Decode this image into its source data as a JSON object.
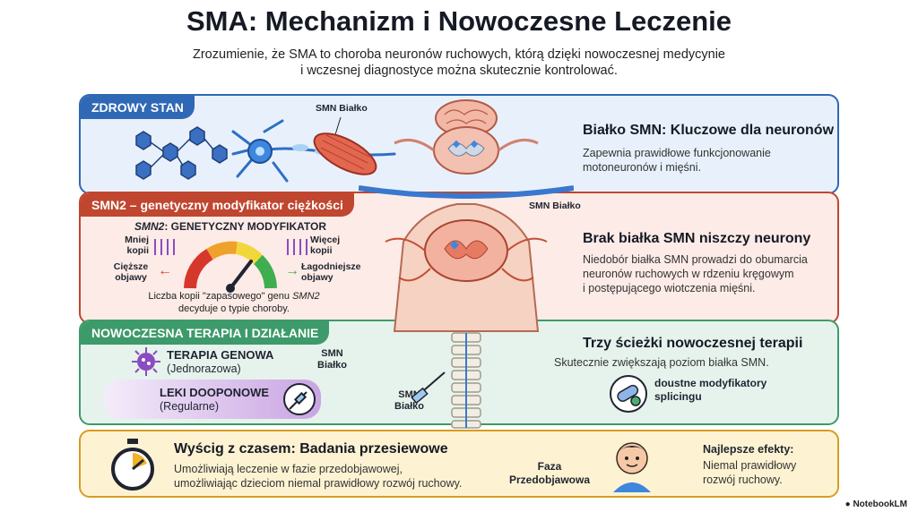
{
  "header": {
    "title": "SMA: Mechanizm i Nowoczesne Leczenie",
    "subtitle_line1": "Zrozumienie, że SMA to choroba neuronów ruchowych, którą dzięki nowoczesnej medycynie",
    "subtitle_line2": "i wczesnej diagnostyce można skutecznie kontrolować."
  },
  "section_healthy": {
    "tab": "ZDROWY STAN",
    "smn_label": "SMN Białko",
    "heading": "Białko SMN: Kluczowe dla neuronów",
    "desc_line1": "Zapewnia prawidłowe funkcjonowanie",
    "desc_line2": "motoneuronów i mięśni."
  },
  "section_modifier": {
    "tab": "SMN2 – genetyczny modyfikator ciężkości",
    "box_title_italic": "SMN2",
    "box_title_rest": ": GENETYCZNY MODYFIKATOR",
    "fewer_copies": "Mniej kopii",
    "more_copies": "Więcej kopii",
    "severe": "Cięższe objawy",
    "milder": "Łagodniejsze objawy",
    "caption_line1_a": "Liczba kopii \"zapasowego\" genu ",
    "caption_line1_b": "SMN2",
    "caption_line2": "decyduje o typie choroby.",
    "smn_label": "SMN Białko",
    "heading": "Brak białka SMN niszczy neurony",
    "desc_line1": "Niedobór białka SMN prowadzi do obumarcia",
    "desc_line2": "neuronów ruchowych w rdzeniu kręgowym",
    "desc_line3": "i postępującego wiotczenia mięśni."
  },
  "section_therapy": {
    "tab": "NOWOCZESNA TERAPIA I DZIAŁANIE",
    "gene_title": "TERAPIA GENOWA",
    "gene_sub": "(Jednorazowa)",
    "aso_title": "LEKI DOOPONOWE",
    "aso_sub": "(Regularne)",
    "smn_label_top_1": "SMN",
    "smn_label_top_2": "Białko",
    "smn_label_bottom_1": "SMN",
    "smn_label_bottom_2": "Białko",
    "heading": "Trzy ścieżki nowoczesnej terapii",
    "desc": "Skutecznie zwiększają poziom białka SMN.",
    "oral_line1": "doustne modyfikatory",
    "oral_line2": "splicingu"
  },
  "section_screening": {
    "heading": "Wyścig z czasem: Badania przesiewowe",
    "desc_line1": "Umożliwiają leczenie w fazie przedobjawowej,",
    "desc_line2": "umożliwiając dzieciom niemal prawidłowy rozwój ruchowy.",
    "phase_line1": "Faza",
    "phase_line2": "Przedobjawowa",
    "best_title": "Najlepsze efekty:",
    "best_line1": "Niemal prawidłowy",
    "best_line2": "rozwój ruchowy."
  },
  "footer": {
    "brand": "NotebookLM"
  },
  "colors": {
    "blue": "#2f68b5",
    "red": "#c0462f",
    "green": "#3d9a6a",
    "gold": "#d89c20",
    "purple": "#8a4cc0"
  },
  "icons": [
    "molecule-icon",
    "neuron-icon",
    "muscle-icon",
    "body-icon",
    "gauge-icon",
    "dna-icon",
    "virus-icon",
    "syringe-icon",
    "capsule-icon",
    "stopwatch-icon",
    "baby-icon",
    "notebook-icon"
  ]
}
